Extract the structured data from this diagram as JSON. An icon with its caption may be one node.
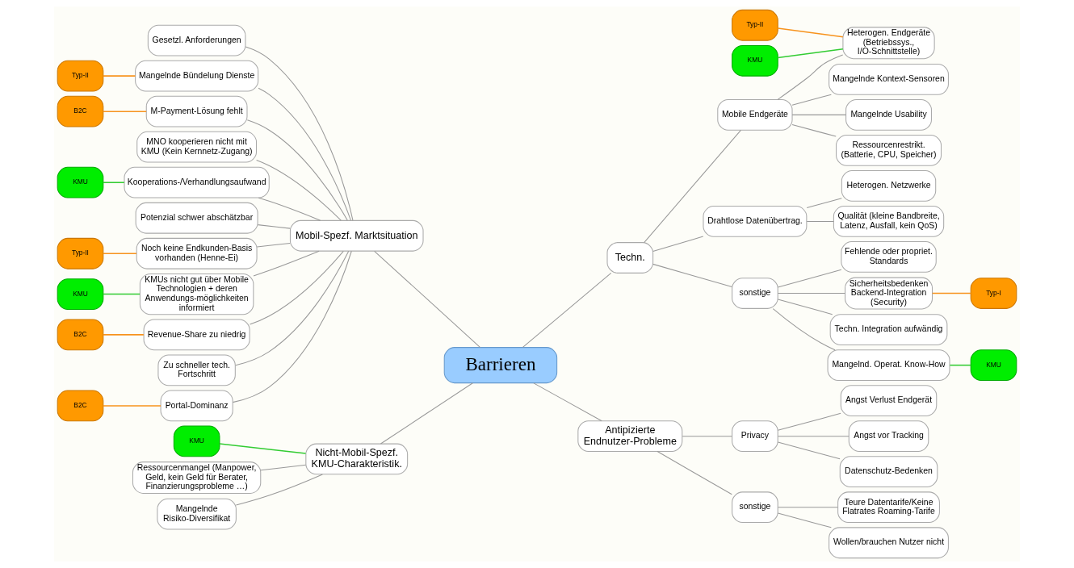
{
  "diagram": {
    "nodes": [
      {
        "text": [
          "Barrieren"
        ]
      },
      {
        "text": [
          "Mobil-Spezf. Marktsituation"
        ]
      },
      {
        "text": [
          "Gesetzl. Anforderungen"
        ]
      },
      {
        "text": [
          "Mangelnde Bündelung Dienste"
        ]
      },
      {
        "text": [
          "Typ-II"
        ]
      },
      {
        "text": [
          "M-Payment-Lösung fehlt"
        ]
      },
      {
        "text": [
          "B2C"
        ]
      },
      {
        "text": [
          "MNO kooperieren nicht mit KMU (Kein Kernnetz-Zugang)"
        ]
      },
      {
        "text": [
          "Kooperations-/Verhandlungsaufwand"
        ]
      },
      {
        "text": [
          "KMU"
        ]
      },
      {
        "text": [
          "Potenzial schwer abschätzbar"
        ]
      },
      {
        "text": [
          "Noch keine Endkunden-Basis vorhanden (Henne-Ei)"
        ]
      },
      {
        "text": [
          "Typ-II"
        ]
      },
      {
        "text": [
          "KMUs nicht gut über Mobile Technologien + deren Anwendungs-möglichkeiten informiert"
        ]
      },
      {
        "text": [
          "KMU"
        ]
      },
      {
        "text": [
          "Revenue-Share zu niedrig"
        ]
      },
      {
        "text": [
          "B2C"
        ]
      },
      {
        "text": [
          "Zu schneller tech. Fortschritt"
        ]
      },
      {
        "text": [
          "Portal-Dominanz"
        ]
      },
      {
        "text": [
          "B2C"
        ]
      },
      {
        "text": [
          "Nicht-Mobil-Spezf. KMU-Charakteristik."
        ]
      },
      {
        "text": [
          "KMU"
        ]
      },
      {
        "text": [
          "Ressourcenmangel (Manpower, Geld, kein Geld für Berater, Finanzierungsprobleme …)"
        ]
      },
      {
        "text": [
          "Mangelnde Risiko-Diversifikat"
        ]
      },
      {
        "text": [
          "Techn."
        ]
      },
      {
        "text": [
          "Mobile Endgeräte"
        ]
      },
      {
        "text": [
          "Typ-II"
        ]
      },
      {
        "text": [
          "KMU"
        ]
      },
      {
        "text": [
          "Heterogen. Endgeräte (Betriebssys., I/O-Schnittstelle)"
        ]
      },
      {
        "text": [
          "Mangelnde Kontext-Sensoren"
        ]
      },
      {
        "text": [
          "Mangelnde Usability"
        ]
      },
      {
        "text": [
          "Ressourcenrestrikt. (Batterie, CPU, Speicher)"
        ]
      },
      {
        "text": [
          "Drahtlose Datenübertrag."
        ]
      },
      {
        "text": [
          "Heterogen. Netzwerke"
        ]
      },
      {
        "text": [
          "Qualität (kleine Bandbreite, Latenz, Ausfall, kein QoS)"
        ]
      },
      {
        "text": [
          "sonstige"
        ]
      },
      {
        "text": [
          "Fehlende oder propriet. Standards"
        ]
      },
      {
        "text": [
          "Sicherheitsbedenken Backend-Integration (Security)"
        ]
      },
      {
        "text": [
          "Typ-I"
        ]
      },
      {
        "text": [
          "Techn. Integration aufwändig"
        ]
      },
      {
        "text": [
          "Mangelnd. Operat. Know-How"
        ]
      },
      {
        "text": [
          "KMU"
        ]
      },
      {
        "text": [
          "Antipizierte Endnutzer-Probleme"
        ]
      },
      {
        "text": [
          "Privacy"
        ]
      },
      {
        "text": [
          "Angst Verlust Endgerät"
        ]
      },
      {
        "text": [
          "Angst vor Tracking"
        ]
      },
      {
        "text": [
          "Datenschutz-Bedenken"
        ]
      },
      {
        "text": [
          "sonstige"
        ]
      },
      {
        "text": [
          "Teure Datentarife/Keine Flatrates Roaming-Tarife"
        ]
      },
      {
        "text": [
          "Wollen/brauchen Nutzer nicht"
        ]
      }
    ],
    "edges": [
      {
        "from": 0,
        "to": 1,
        "arrow": "none"
      },
      {
        "from": 1,
        "to": 2,
        "arrow": "none"
      },
      {
        "from": 1,
        "to": 3,
        "arrow": "none"
      },
      {
        "from": 3,
        "to": 4,
        "arrow": "none",
        "color": "#f7931e"
      },
      {
        "from": 1,
        "to": 5,
        "arrow": "none"
      },
      {
        "from": 5,
        "to": 6,
        "arrow": "none",
        "color": "#f7931e"
      },
      {
        "from": 1,
        "to": 7,
        "arrow": "none"
      },
      {
        "from": 1,
        "to": 8,
        "arrow": "none"
      },
      {
        "from": 8,
        "to": 9,
        "arrow": "none",
        "color": "#33cc33"
      },
      {
        "from": 1,
        "to": 10,
        "arrow": "none"
      },
      {
        "from": 1,
        "to": 11,
        "arrow": "none"
      },
      {
        "from": 11,
        "to": 12,
        "arrow": "none",
        "color": "#f7931e"
      },
      {
        "from": 1,
        "to": 13,
        "arrow": "none"
      },
      {
        "from": 13,
        "to": 14,
        "arrow": "none",
        "color": "#33cc33"
      },
      {
        "from": 1,
        "to": 15,
        "arrow": "none"
      },
      {
        "from": 15,
        "to": 16,
        "arrow": "none",
        "color": "#f7931e"
      },
      {
        "from": 1,
        "to": 17,
        "arrow": "none"
      },
      {
        "from": 1,
        "to": 18,
        "arrow": "none"
      },
      {
        "from": 18,
        "to": 19,
        "arrow": "none",
        "color": "#f7931e"
      },
      {
        "from": 0,
        "to": 20,
        "arrow": "none"
      },
      {
        "from": 21,
        "to": 20,
        "arrow": "none",
        "color": "#33cc33"
      },
      {
        "from": 20,
        "to": 22,
        "arrow": "none"
      },
      {
        "from": 20,
        "to": 23,
        "arrow": "none"
      },
      {
        "from": 0,
        "to": 24,
        "arrow": "none"
      },
      {
        "from": 24,
        "to": 25,
        "arrow": "none"
      },
      {
        "from": 26,
        "to": 28,
        "arrow": "none",
        "color": "#f7931e"
      },
      {
        "from": 27,
        "to": 28,
        "arrow": "none",
        "color": "#33cc33"
      },
      {
        "from": 25,
        "to": 28,
        "arrow": "none"
      },
      {
        "from": 25,
        "to": 29,
        "arrow": "none"
      },
      {
        "from": 25,
        "to": 30,
        "arrow": "none"
      },
      {
        "from": 25,
        "to": 31,
        "arrow": "none"
      },
      {
        "from": 24,
        "to": 32,
        "arrow": "none"
      },
      {
        "from": 32,
        "to": 33,
        "arrow": "none"
      },
      {
        "from": 32,
        "to": 34,
        "arrow": "none"
      },
      {
        "from": 24,
        "to": 35,
        "arrow": "none"
      },
      {
        "from": 35,
        "to": 36,
        "arrow": "none"
      },
      {
        "from": 35,
        "to": 37,
        "arrow": "none"
      },
      {
        "from": 37,
        "to": 38,
        "arrow": "none",
        "color": "#f7931e"
      },
      {
        "from": 35,
        "to": 39,
        "arrow": "none"
      },
      {
        "from": 35,
        "to": 40,
        "arrow": "none"
      },
      {
        "from": 40,
        "to": 41,
        "arrow": "none",
        "color": "#33cc33"
      },
      {
        "from": 0,
        "to": 42,
        "arrow": "none"
      },
      {
        "from": 42,
        "to": 43,
        "arrow": "none"
      },
      {
        "from": 43,
        "to": 44,
        "arrow": "none"
      },
      {
        "from": 43,
        "to": 45,
        "arrow": "none"
      },
      {
        "from": 43,
        "to": 46,
        "arrow": "none"
      },
      {
        "from": 42,
        "to": 47,
        "arrow": "none"
      },
      {
        "from": 47,
        "to": 48,
        "arrow": "none"
      },
      {
        "from": 47,
        "to": 49,
        "arrow": "none"
      }
    ]
  }
}
